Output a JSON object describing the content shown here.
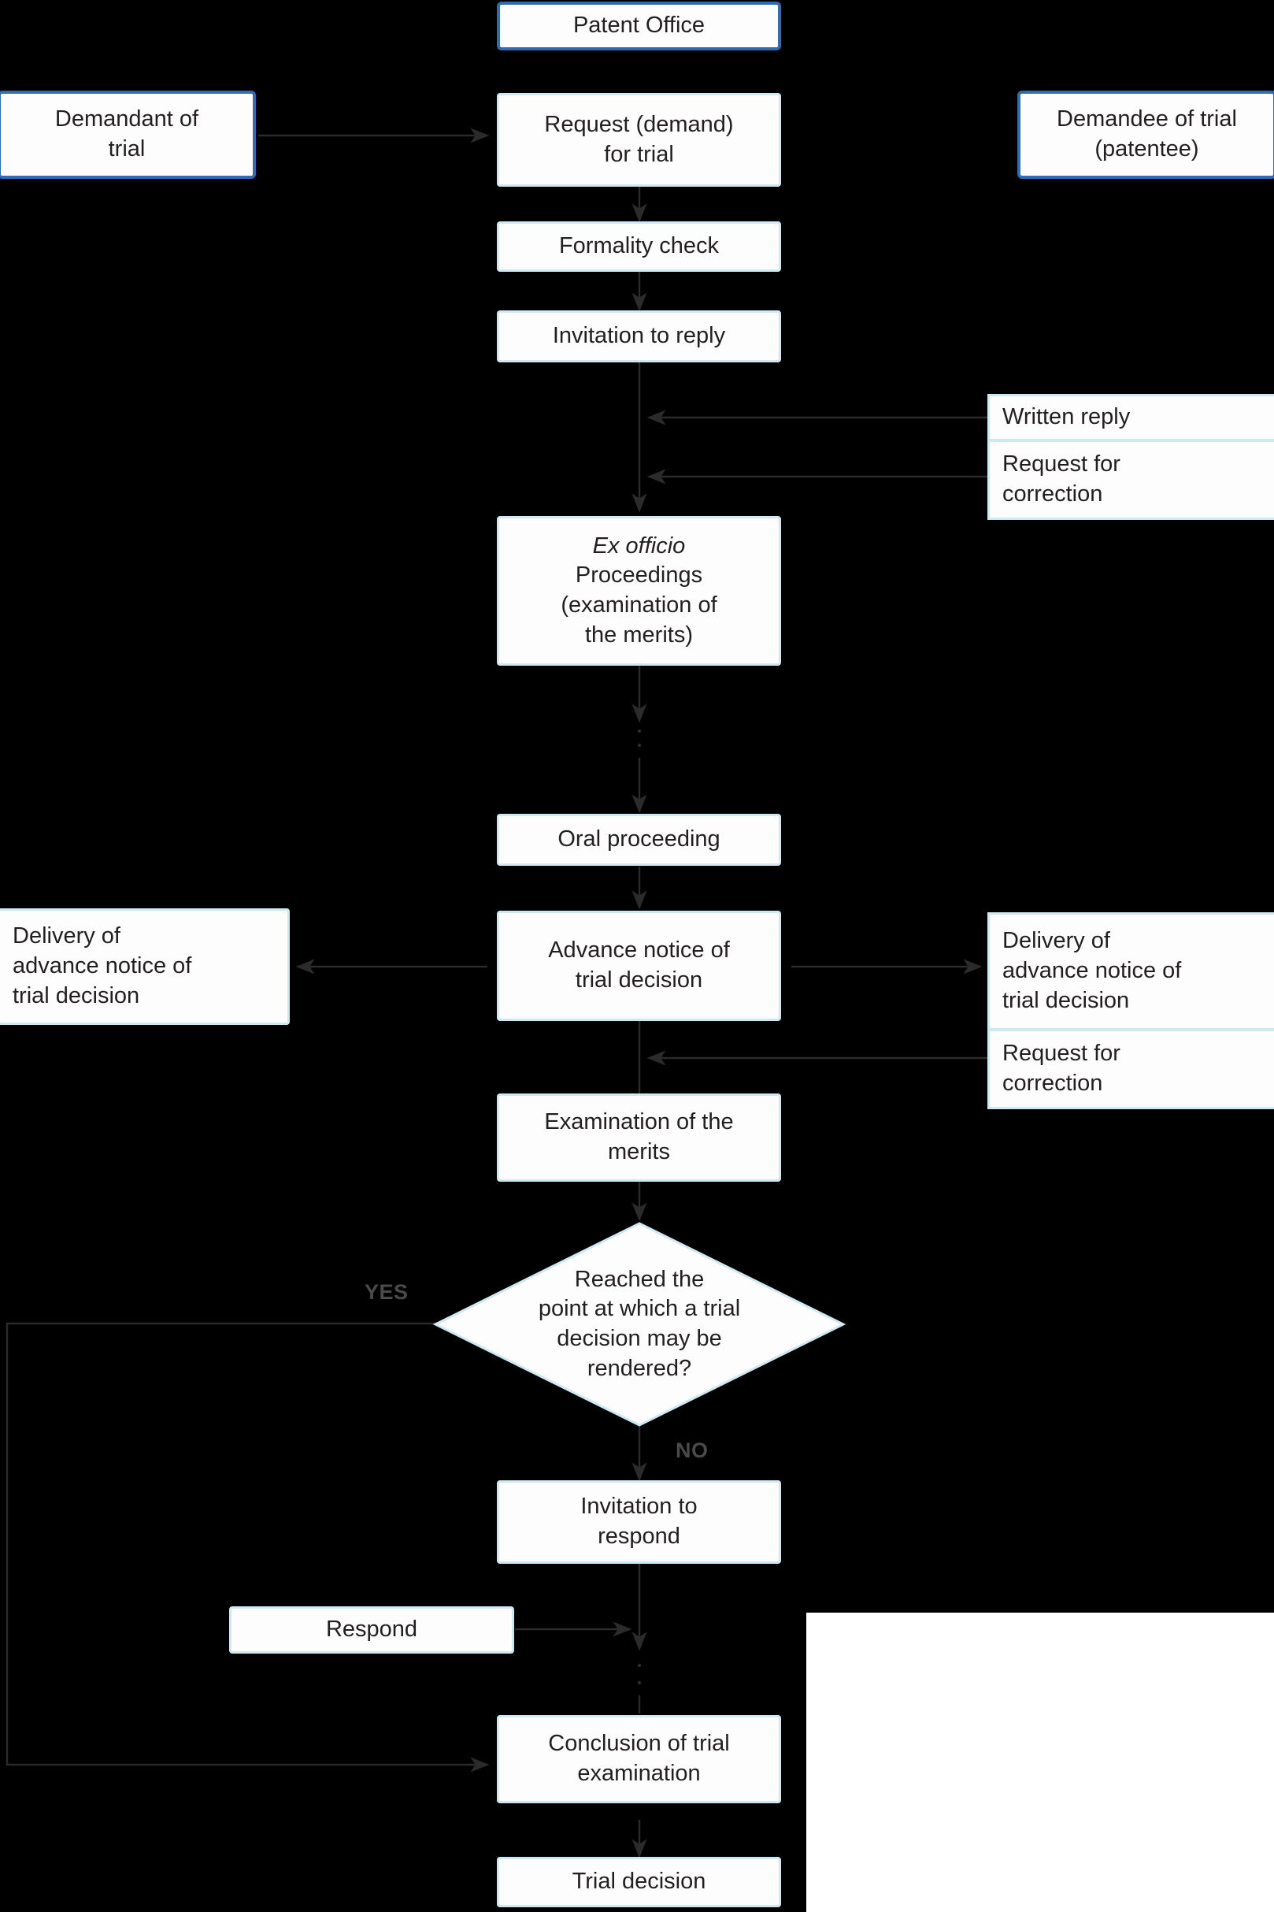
{
  "diagram": {
    "title": "Patent Office trial procedure flowchart",
    "colors": {
      "background": "#000000",
      "node_fill": "#fdfdfd",
      "node_border": "#cfe9f2",
      "actor_border": "#2f6cb5",
      "text": "#231f20",
      "edge": "#2b2b2b",
      "branch_label": "#4a4a4a",
      "panel": "#ffffff"
    },
    "nodes": {
      "patent_office": "Patent Office",
      "demandant": "Demandant of\ntrial",
      "demandee": "Demandee of trial\n(patentee)",
      "request_for_trial": "Request (demand)\nfor trial",
      "formality_check": "Formality check",
      "invitation_to_reply": "Invitation to reply",
      "written_reply": "Written reply",
      "request_for_correction_1": "Request for\ncorrection",
      "ex_officio_italic": "Ex officio",
      "ex_officio_rest": "Proceedings\n(examination of\nthe merits)",
      "oral_proceeding": "Oral proceeding",
      "advance_notice": "Advance notice of\ntrial decision",
      "delivery_left": "Delivery of\nadvance notice of\ntrial decision",
      "delivery_right": "Delivery of\nadvance notice of\ntrial decision",
      "request_for_correction_2": "Request for\ncorrection",
      "examination_merits": "Examination of the\nmerits",
      "decision_diamond": "Reached the\npoint at which a trial\ndecision may be\nrendered?",
      "invitation_to_respond": "Invitation to\nrespond",
      "respond": "Respond",
      "conclusion": "Conclusion of trial\nexamination",
      "trial_decision": "Trial decision"
    },
    "branch_labels": {
      "yes": "YES",
      "no": "NO"
    }
  }
}
